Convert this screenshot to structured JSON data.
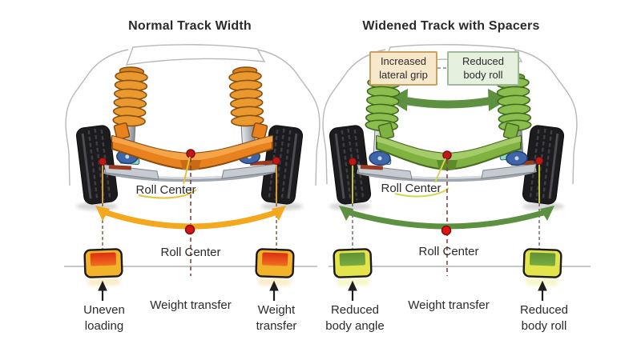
{
  "left_panel": {
    "title": "Normal Track Width",
    "roll_center_top": "Roll Center",
    "roll_center_bottom": "Roll Center",
    "label_left": "Uneven\nloading",
    "label_center": "Weight transfer",
    "label_right": "Weight\ntransfer"
  },
  "right_panel": {
    "title": "Widened Track with Spacers",
    "callout_grip": "Increased\nlateral grip",
    "callout_roll": "Reduced\nbody roll",
    "roll_center_top": "Roll Center",
    "roll_center_bottom": "Roll Center",
    "label_left": "Reduced\nbody angle",
    "label_center": "Weight transfer",
    "label_right": "Reduced\nbody roll"
  },
  "icons": {
    "up_arrow": "↑",
    "track_width_double_arrow": "↔",
    "roll_arc_arrow": "curved-double-arrow"
  },
  "colors": {
    "text": "#2B2B2B",
    "car_outline": "#B8B8B8",
    "tire": "#1C1C1E",
    "strut_steel": "#C2C7CD",
    "bushing_blue": "#3E66A8",
    "orange_frame": "#E8821E",
    "orange_frame_light": "#F6A94B",
    "orange_spring": "#E9992E",
    "arc_orange": "#F4A81D",
    "green_frame": "#7FB241",
    "green_frame_light": "#A8CE6E",
    "green_spring": "#8CBE4F",
    "arc_green": "#5D9141",
    "pad_gold": "#F2B32B",
    "pad_red": "#E03A1A",
    "pad_lime": "#E3E44C",
    "pad_green": "#6F9E3F",
    "roll_center_dot": "#C01818",
    "center_axis_dashed": "#8A4040",
    "leader_yellow": "#E2C23C",
    "callout_grip_bg": "#F7E8CC",
    "callout_grip_border": "#C9A163",
    "callout_roll_bg": "#E6F0DF",
    "callout_roll_border": "#9FB99A"
  }
}
